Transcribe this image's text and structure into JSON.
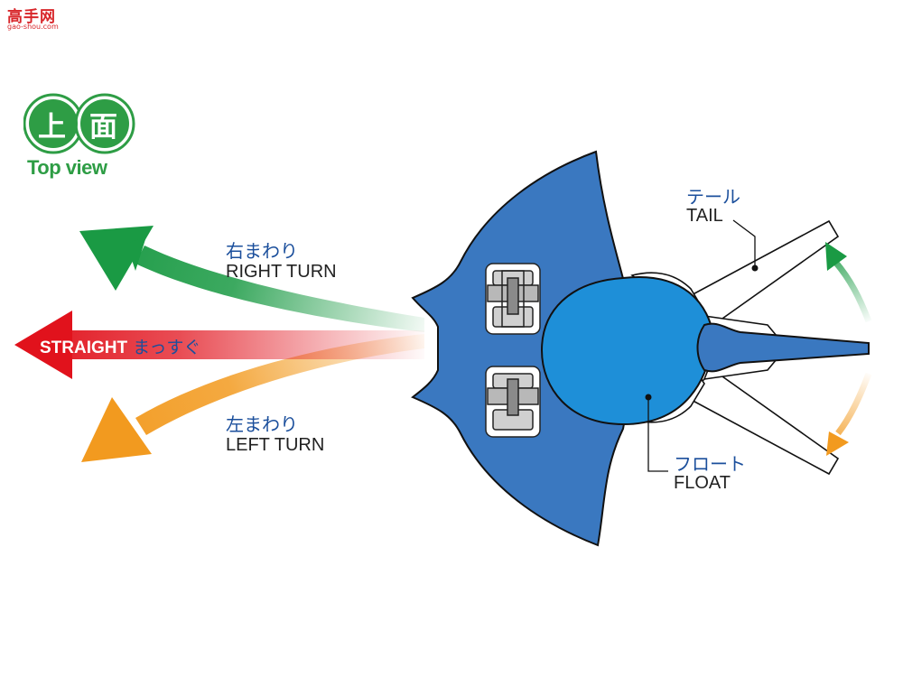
{
  "watermark": {
    "text_cn": "高手网",
    "url": "gao-shou.com"
  },
  "badge": {
    "glyph1": "上",
    "glyph2": "面",
    "caption": "Top view"
  },
  "arrows": {
    "right_turn": {
      "jp": "右まわり",
      "en": "RIGHT TURN",
      "color": "#1a9a44"
    },
    "straight": {
      "en": "STRAIGHT",
      "jp": "まっすぐ",
      "color": "#e1121c"
    },
    "left_turn": {
      "jp": "左まわり",
      "en": "LEFT TURN",
      "color": "#f29a1f"
    }
  },
  "callouts": {
    "tail": {
      "jp": "テール",
      "en": "TAIL"
    },
    "float": {
      "jp": "フロート",
      "en": "FLOAT"
    }
  },
  "colors": {
    "body_blue": "#3a78c0",
    "float_blue": "#1e8fd8",
    "outline": "#111111",
    "badge_green": "#2e9d45"
  }
}
